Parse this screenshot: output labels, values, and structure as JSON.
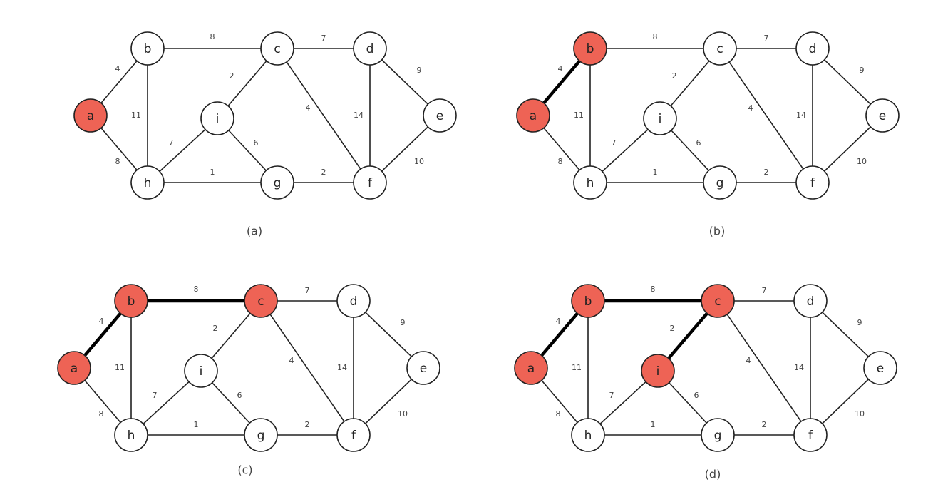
{
  "colors": {
    "highlight_node": "#ee6355",
    "normal_node": "#ffffff",
    "edge": "#222222",
    "highlight_edge": "#000000"
  },
  "graph": {
    "nodes": [
      "a",
      "b",
      "c",
      "d",
      "e",
      "f",
      "g",
      "h",
      "i"
    ],
    "edges": [
      {
        "u": "a",
        "v": "b",
        "w": "4"
      },
      {
        "u": "a",
        "v": "h",
        "w": "8"
      },
      {
        "u": "b",
        "v": "c",
        "w": "8"
      },
      {
        "u": "b",
        "v": "h",
        "w": "11"
      },
      {
        "u": "c",
        "v": "d",
        "w": "7"
      },
      {
        "u": "c",
        "v": "i",
        "w": "2"
      },
      {
        "u": "c",
        "v": "f",
        "w": "4"
      },
      {
        "u": "d",
        "v": "e",
        "w": "9"
      },
      {
        "u": "d",
        "v": "f",
        "w": "14"
      },
      {
        "u": "e",
        "v": "f",
        "w": "10"
      },
      {
        "u": "f",
        "v": "g",
        "w": "2"
      },
      {
        "u": "g",
        "v": "h",
        "w": "1"
      },
      {
        "u": "g",
        "v": "i",
        "w": "6"
      },
      {
        "u": "h",
        "v": "i",
        "w": "7"
      }
    ]
  },
  "panels": [
    {
      "caption": "(a)",
      "highlight_nodes": [
        "a"
      ],
      "highlight_edges": []
    },
    {
      "caption": "(b)",
      "highlight_nodes": [
        "a",
        "b"
      ],
      "highlight_edges": [
        "a-b"
      ]
    },
    {
      "caption": "(c)",
      "highlight_nodes": [
        "a",
        "b",
        "c"
      ],
      "highlight_edges": [
        "a-b",
        "b-c"
      ]
    },
    {
      "caption": "(d)",
      "highlight_nodes": [
        "a",
        "b",
        "c",
        "i"
      ],
      "highlight_edges": [
        "a-b",
        "b-c",
        "c-i"
      ]
    }
  ]
}
